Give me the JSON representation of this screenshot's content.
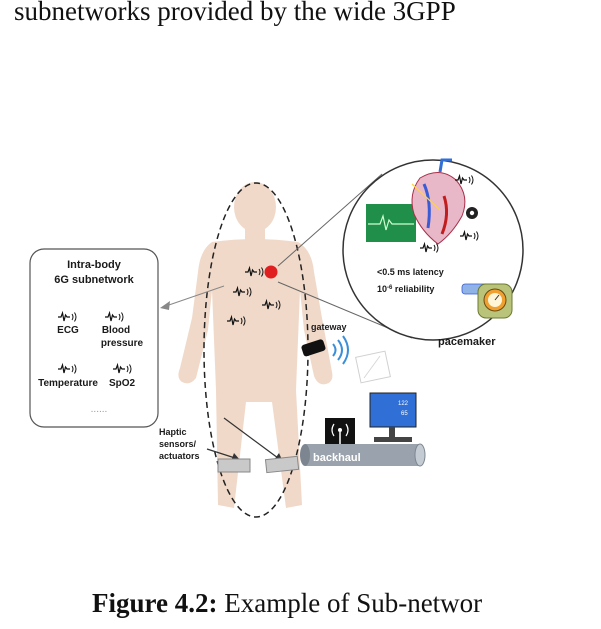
{
  "header_text": "subnetworks provided by the wide 3GPP",
  "caption": {
    "label": "Figure 4.2:",
    "text": " Example of Sub-networ"
  },
  "subnetwork_box": {
    "title_line1": "Intra-body",
    "title_line2": "6G subnetwork",
    "sensors": [
      "ECG",
      "Blood",
      "pressure",
      "Temperature",
      "SpO2"
    ],
    "ellipsis": "......"
  },
  "pacemaker_panel": {
    "latency": "<0.5 ms latency",
    "reliability": "10",
    "reliability_exp": "-6",
    "reliability_suffix": " reliability",
    "name": "pacemaker"
  },
  "gateway_label": "gateway",
  "haptic_label": [
    "Haptic",
    "sensors/",
    "actuators"
  ],
  "backhaul_label": "backhaul",
  "monitor_values": [
    "122",
    "65"
  ],
  "colors": {
    "body": "#f0d9c9",
    "accent_red": "#e02020",
    "monitor_blue": "#2f6fd6",
    "wireless_blue": "#3a8fd8"
  }
}
